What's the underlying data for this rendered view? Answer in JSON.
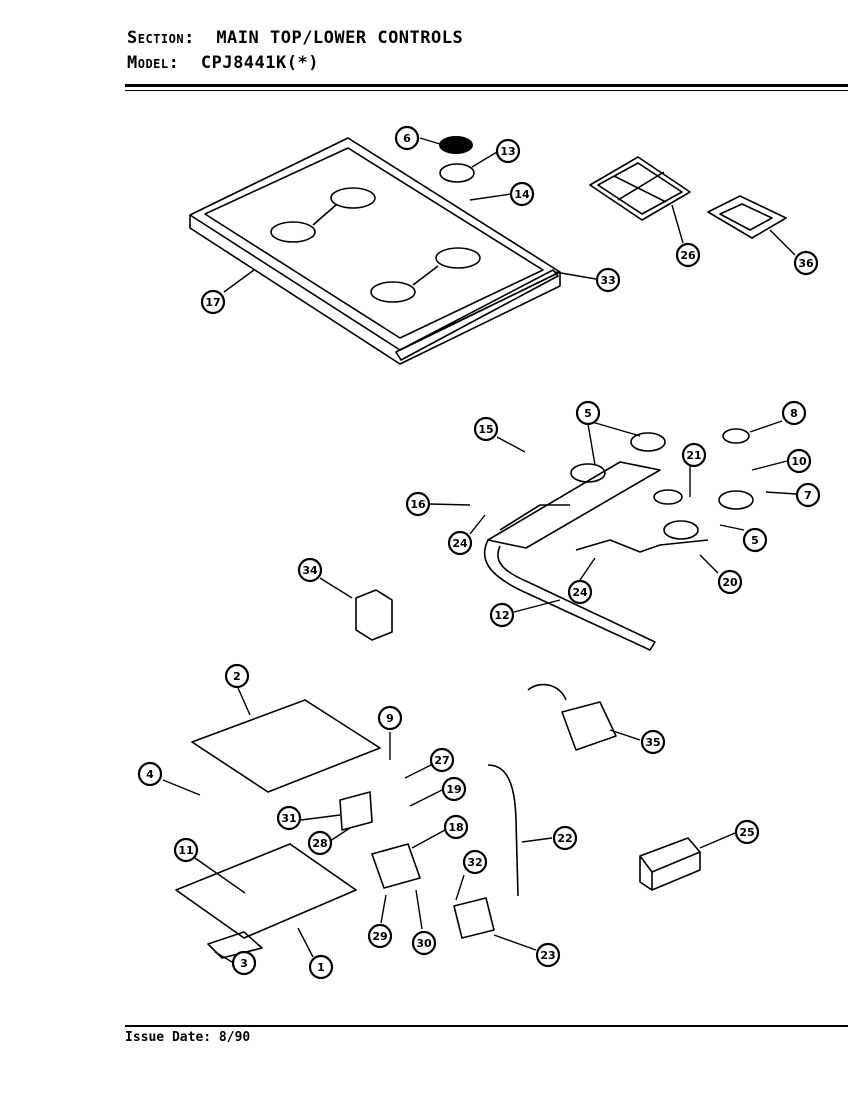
{
  "header": {
    "section_key": "Section:",
    "section_value": "MAIN TOP/LOWER CONTROLS",
    "model_key": "Model:",
    "model_value": "CPJ8441K(*)"
  },
  "footer": {
    "issue_date": "Issue Date: 8/90"
  },
  "callouts": [
    {
      "id": "c6",
      "label": "6"
    },
    {
      "id": "c13",
      "label": "13"
    },
    {
      "id": "c14",
      "label": "14"
    },
    {
      "id": "c17",
      "label": "17"
    },
    {
      "id": "c26",
      "label": "26"
    },
    {
      "id": "c36",
      "label": "36"
    },
    {
      "id": "c33",
      "label": "33"
    },
    {
      "id": "c15",
      "label": "15"
    },
    {
      "id": "c5a",
      "label": "5"
    },
    {
      "id": "c8",
      "label": "8"
    },
    {
      "id": "c21",
      "label": "21"
    },
    {
      "id": "c10",
      "label": "10"
    },
    {
      "id": "c7",
      "label": "7"
    },
    {
      "id": "c5b",
      "label": "5"
    },
    {
      "id": "c16",
      "label": "16"
    },
    {
      "id": "c24a",
      "label": "24"
    },
    {
      "id": "c20",
      "label": "20"
    },
    {
      "id": "c24b",
      "label": "24"
    },
    {
      "id": "c12",
      "label": "12"
    },
    {
      "id": "c34",
      "label": "34"
    },
    {
      "id": "c2",
      "label": "2"
    },
    {
      "id": "c9",
      "label": "9"
    },
    {
      "id": "c35",
      "label": "35"
    },
    {
      "id": "c4",
      "label": "4"
    },
    {
      "id": "c27",
      "label": "27"
    },
    {
      "id": "c19",
      "label": "19"
    },
    {
      "id": "c31",
      "label": "31"
    },
    {
      "id": "c28",
      "label": "28"
    },
    {
      "id": "c11",
      "label": "11"
    },
    {
      "id": "c18",
      "label": "18"
    },
    {
      "id": "c22",
      "label": "22"
    },
    {
      "id": "c25",
      "label": "25"
    },
    {
      "id": "c32",
      "label": "32"
    },
    {
      "id": "c29",
      "label": "29"
    },
    {
      "id": "c30",
      "label": "30"
    },
    {
      "id": "c23",
      "label": "23"
    },
    {
      "id": "c3",
      "label": "3"
    },
    {
      "id": "c1",
      "label": "1"
    }
  ]
}
